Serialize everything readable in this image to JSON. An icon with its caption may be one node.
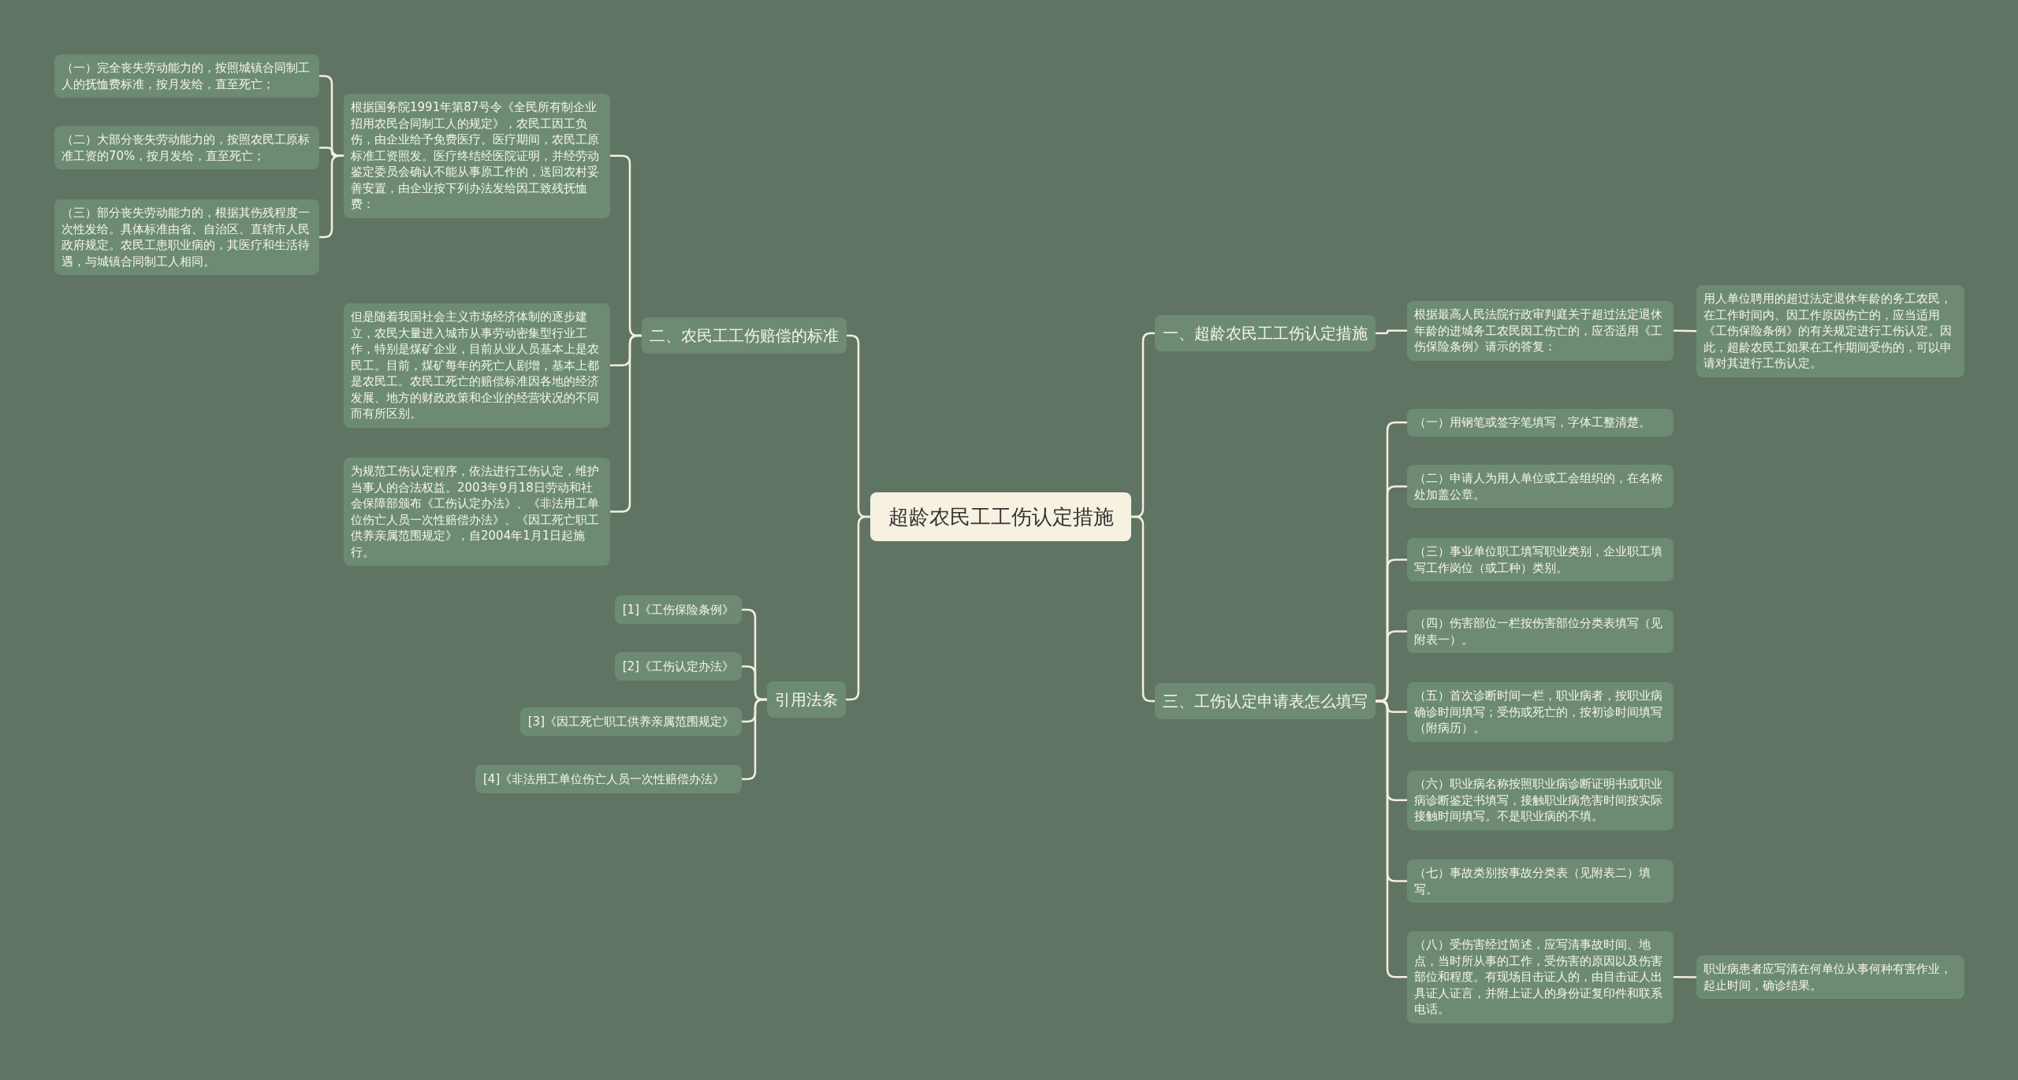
{
  "diagram": {
    "nodes": [
      {
        "text": [
          "超龄农民工工伤认定措施"
        ]
      },
      {
        "text": [
          "二、农民工工伤赔偿的标准"
        ]
      },
      {
        "text": [
          "根据国务院1991年第87号令《全民所有制企业招用农民合同制工人的规定》，农民工因工负伤，由企业给予免费医疗。医疗期间，农民工原标准工资照发。医疗终结经医院证明，并经劳动鉴定委员会确认不能从事原工作的，送回农村妥善安置，由企业按下列办法发给因工致残抚恤费："
        ]
      },
      {
        "text": [
          "（一）完全丧失劳动能力的，按照城镇合同制工人的抚恤费标准，按月发给，直至死亡；"
        ]
      },
      {
        "text": [
          "（二）大部分丧失劳动能力的，按照农民工原标准工资的70%，按月发给，直至死亡；"
        ]
      },
      {
        "text": [
          "（三）部分丧失劳动能力的，根据其伤残程度一次性发给。具体标准由省、自治区、直辖市人民政府规定。农民工患职业病的，其医疗和生活待遇，与城镇合同制工人相同。"
        ]
      },
      {
        "text": [
          "但是随着我国社会主义市场经济体制的逐步建立，农民大量进入城市从事劳动密集型行业工作，特别是煤矿企业，目前从业人员基本上是农民工。目前，煤矿每年的死亡人剧增，基本上都是农民工。农民工死亡的赔偿标准因各地的经济发展、地方的财政政策和企业的经营状况的不同而有所区别。"
        ]
      },
      {
        "text": [
          "为规范工伤认定程序，依法进行工伤认定，维护当事人的合法权益。2003年9月18日劳动和社会保障部颁布《工伤认定办法》、《非法用工单位伤亡人员一次性赔偿办法》、《因工死亡职工供养亲属范围规定》，自2004年1月1日起施行。"
        ]
      },
      {
        "text": [
          "引用法条"
        ]
      },
      {
        "text": [
          "[1]《工伤保险条例》"
        ]
      },
      {
        "text": [
          "[2]《工伤认定办法》"
        ]
      },
      {
        "text": [
          "[3]《因工死亡职工供养亲属范围规定》"
        ]
      },
      {
        "text": [
          "[4]《非法用工单位伤亡人员一次性赔偿办法》"
        ]
      },
      {
        "text": [
          "一、超龄农民工工伤认定措施"
        ]
      },
      {
        "text": [
          "根据最高人民法院行政审判庭关于超过法定退休年龄的进城务工农民因工伤亡的，应否适用《工伤保险条例》请示的答复："
        ]
      },
      {
        "text": [
          "用人单位聘用的超过法定退休年龄的务工农民，在工作时间内、因工作原因伤亡的，应当适用《工伤保险条例》的有关规定进行工伤认定。因此，超龄农民工如果在工作期间受伤的，可以申请对其进行工伤认定。"
        ]
      },
      {
        "text": [
          "三、工伤认定申请表怎么填写"
        ]
      },
      {
        "text": [
          "（一）用钢笔或签字笔填写，字体工整清楚。"
        ]
      },
      {
        "text": [
          "（二）申请人为用人单位或工会组织的，在名称处加盖公章。"
        ]
      },
      {
        "text": [
          "（三）事业单位职工填写职业类别，企业职工填写工作岗位（或工种）类别。"
        ]
      },
      {
        "text": [
          "（四）伤害部位一栏按伤害部位分类表填写（见附表一）。"
        ]
      },
      {
        "text": [
          "（五）首次诊断时间一栏，职业病者，按职业病确诊时间填写；受伤或死亡的，按初诊时间填写（附病历）。"
        ]
      },
      {
        "text": [
          "（六）职业病名称按照职业病诊断证明书或职业病诊断鉴定书填写，接触职业病危害时间按实际接触时间填写。不是职业病的不填。"
        ]
      },
      {
        "text": [
          "（七）事故类别按事故分类表（见附表二）填写。"
        ]
      },
      {
        "text": [
          "（八）受伤害经过简述，应写清事故时间、地点，当时所从事的工作，受伤害的原因以及伤害部位和程度。有现场目击证人的，由目击证人出具证人证言，并附上证人的身份证复印件和联系电话。"
        ]
      },
      {
        "text": [
          "职业病患者应写清在何单位从事何种有害作业，起止时间，确诊结果。"
        ]
      }
    ],
    "edges": [
      {
        "from": 0,
        "to": 1,
        "arrow": "none"
      },
      {
        "from": 1,
        "to": 2,
        "arrow": "none"
      },
      {
        "from": 2,
        "to": 3,
        "arrow": "none"
      },
      {
        "from": 2,
        "to": 4,
        "arrow": "none"
      },
      {
        "from": 2,
        "to": 5,
        "arrow": "none"
      },
      {
        "from": 1,
        "to": 6,
        "arrow": "none"
      },
      {
        "from": 1,
        "to": 7,
        "arrow": "none"
      },
      {
        "from": 0,
        "to": 8,
        "arrow": "none"
      },
      {
        "from": 8,
        "to": 9,
        "arrow": "none"
      },
      {
        "from": 8,
        "to": 10,
        "arrow": "none"
      },
      {
        "from": 8,
        "to": 11,
        "arrow": "none"
      },
      {
        "from": 8,
        "to": 12,
        "arrow": "none"
      },
      {
        "from": 0,
        "to": 13,
        "arrow": "none"
      },
      {
        "from": 13,
        "to": 14,
        "arrow": "none"
      },
      {
        "from": 14,
        "to": 15,
        "arrow": "none"
      },
      {
        "from": 0,
        "to": 16,
        "arrow": "none"
      },
      {
        "from": 16,
        "to": 17,
        "arrow": "none"
      },
      {
        "from": 16,
        "to": 18,
        "arrow": "none"
      },
      {
        "from": 16,
        "to": 19,
        "arrow": "none"
      },
      {
        "from": 16,
        "to": 20,
        "arrow": "none"
      },
      {
        "from": 16,
        "to": 21,
        "arrow": "none"
      },
      {
        "from": 16,
        "to": 22,
        "arrow": "none"
      },
      {
        "from": 16,
        "to": 23,
        "arrow": "none"
      },
      {
        "from": 16,
        "to": 24,
        "arrow": "none"
      },
      {
        "from": 24,
        "to": 25,
        "arrow": "none"
      }
    ]
  }
}
